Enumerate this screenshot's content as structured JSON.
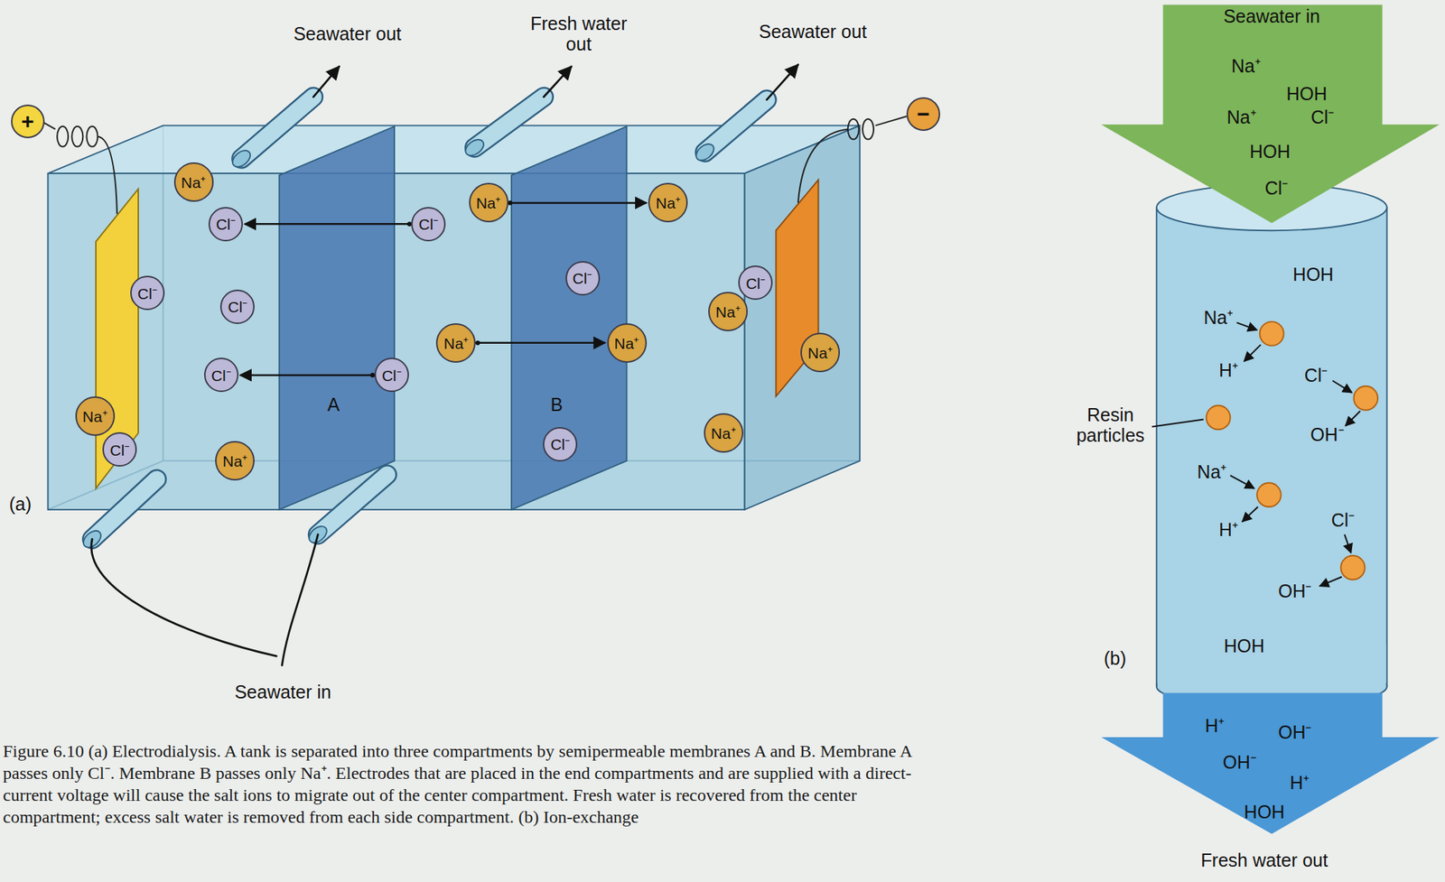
{
  "diagram": {
    "caption": "Figure 6.10 (a) Electrodialysis. A tank is separated into three compartments by semipermeable membranes A and B. Membrane A passes only Cl⁻. Membrane B passes only Na⁺. Electrodes that are placed in the end compartments and are supplied with a direct-current voltage will cause the salt ions to migrate out of the center compartment. Fresh water is recovered from the center compartment; excess salt water is removed from each side compartment. (b) Ion-exchange",
    "nodes": [
      {
        "text": [
          "+"
        ]
      },
      {
        "text": [
          "−"
        ]
      },
      {
        "text": [
          "Na⁺"
        ]
      },
      {
        "text": [
          "Cl⁻"
        ]
      },
      {
        "text": [
          "Cl⁻"
        ]
      },
      {
        "text": [
          "Na⁺"
        ]
      },
      {
        "text": [
          "Na⁺"
        ]
      },
      {
        "text": [
          "Cl⁻"
        ]
      },
      {
        "text": [
          "Cl⁻"
        ]
      },
      {
        "text": [
          "Cl⁻"
        ]
      },
      {
        "text": [
          "Na⁺"
        ]
      },
      {
        "text": [
          "Na⁺"
        ]
      },
      {
        "text": [
          "Cl⁻"
        ]
      },
      {
        "text": [
          "Cl⁻"
        ]
      },
      {
        "text": [
          "Na⁺"
        ]
      },
      {
        "text": [
          "Cl⁻"
        ]
      },
      {
        "text": [
          "Na⁺"
        ]
      },
      {
        "text": [
          "Cl⁻"
        ]
      },
      {
        "text": [
          "Cl⁻"
        ]
      },
      {
        "text": [
          "Na⁺"
        ]
      },
      {
        "text": [
          "Na⁺"
        ]
      },
      {
        "text": [
          "Na⁺"
        ]
      }
    ],
    "edges": [
      {
        "from": 4,
        "to": 3,
        "arrow": "to"
      },
      {
        "from": 5,
        "to": 6,
        "arrow": "to"
      },
      {
        "from": 10,
        "to": 11,
        "arrow": "to"
      },
      {
        "from": 13,
        "to": 12,
        "arrow": "to"
      }
    ],
    "labels": [
      "Seawater out",
      "Fresh water out",
      "Seawater out",
      "A",
      "B",
      "(a)",
      "Seawater in",
      "Seawater in",
      "Na⁺",
      "HOH",
      "Na⁺",
      "Cl⁻",
      "HOH",
      "Cl⁻",
      "HOH",
      "Na⁺",
      "H⁺",
      "Cl⁻",
      "Resin particles",
      "OH⁻",
      "Na⁺",
      "H⁺",
      "Cl⁻",
      "OH⁻",
      "HOH",
      "(b)",
      "H⁺",
      "OH⁻",
      "OH⁻",
      "H⁺",
      "HOH",
      "Fresh water out"
    ]
  }
}
